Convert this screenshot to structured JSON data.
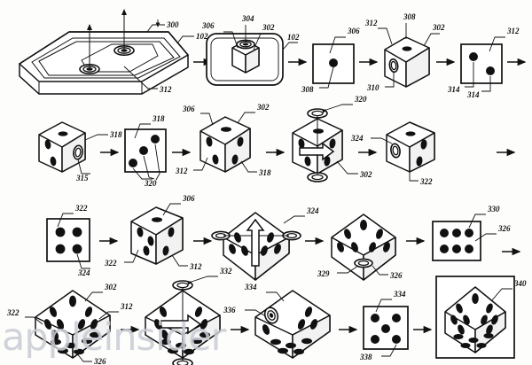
{
  "figure": {
    "title": "Dice generation sequence patent figure",
    "watermark": "appleinsider",
    "background_color": "#fdfdfb",
    "ink_color": "#111111"
  },
  "rows": [
    {
      "id": "row-1",
      "panels": [
        {
          "name": "tablet-device",
          "kind": "tablet",
          "refs": [
            "300",
            "102",
            "312"
          ]
        },
        {
          "name": "tablet-with-cube",
          "kind": "tablet-cube",
          "refs": [
            "306",
            "304",
            "302",
            "102"
          ]
        },
        {
          "name": "face-one-pip",
          "kind": "square-face",
          "pips": 1,
          "refs": [
            "306",
            "308"
          ]
        },
        {
          "name": "die-one-pip",
          "kind": "die",
          "refs": [
            "312",
            "308",
            "302",
            "310"
          ]
        },
        {
          "name": "face-two-pip",
          "kind": "square-face",
          "pips": 2,
          "refs": [
            "312",
            "314",
            "314"
          ]
        }
      ]
    },
    {
      "id": "row-2",
      "panels": [
        {
          "name": "die-two-pip",
          "kind": "die",
          "refs": [
            "318",
            "315"
          ]
        },
        {
          "name": "face-three-pip",
          "kind": "square-face",
          "pips": 3,
          "refs": [
            "318",
            "320"
          ]
        },
        {
          "name": "die-three-pip",
          "kind": "die",
          "refs": [
            "306",
            "302",
            "312",
            "318"
          ]
        },
        {
          "name": "die-rotating-horizontal",
          "kind": "die-rotate-h",
          "refs": [
            "320",
            "302"
          ]
        },
        {
          "name": "die-rotated",
          "kind": "die",
          "refs": [
            "324",
            "322"
          ]
        }
      ]
    },
    {
      "id": "row-3",
      "panels": [
        {
          "name": "face-four-pip",
          "kind": "square-face",
          "pips": 4,
          "refs": [
            "322",
            "324"
          ]
        },
        {
          "name": "die-four-pip",
          "kind": "die",
          "refs": [
            "306",
            "322",
            "312"
          ]
        },
        {
          "name": "die-rotating-vertical",
          "kind": "die-rotate-v",
          "refs": [
            "324"
          ]
        },
        {
          "name": "die-six-pip",
          "kind": "die",
          "refs": [
            "329",
            "326"
          ]
        },
        {
          "name": "face-six-pip",
          "kind": "square-face",
          "pips": 6,
          "refs": [
            "330",
            "326"
          ]
        }
      ]
    },
    {
      "id": "row-4",
      "panels": [
        {
          "name": "die-many-pip",
          "kind": "die",
          "refs": [
            "302",
            "312",
            "322",
            "326"
          ]
        },
        {
          "name": "die-rotating-final",
          "kind": "die-rotate-h",
          "refs": [
            "332"
          ]
        },
        {
          "name": "die-five-target",
          "kind": "die",
          "refs": [
            "334",
            "336"
          ]
        },
        {
          "name": "face-five-pip",
          "kind": "square-face",
          "pips": 5,
          "refs": [
            "334",
            "338"
          ]
        },
        {
          "name": "final-die-framed",
          "kind": "framed-die",
          "refs": [
            "340"
          ]
        }
      ]
    }
  ],
  "reference_numerals": {
    "r300": "300",
    "r102a": "102",
    "r312a": "312",
    "r306a": "306",
    "r304": "304",
    "r302a": "302",
    "r102b": "102",
    "r306b": "306",
    "r308a": "308",
    "r312b": "312",
    "r308b": "308",
    "r302b": "302",
    "r310": "310",
    "r312c": "312",
    "r314a": "314",
    "r314b": "314",
    "r318a": "318",
    "r315": "315",
    "r318b": "318",
    "r320a": "320",
    "r306c": "306",
    "r302c": "302",
    "r312d": "312",
    "r318c": "318",
    "r320b": "320",
    "r302d": "302",
    "r324a": "324",
    "r322a": "322",
    "r322b": "322",
    "r324b": "324",
    "r306d": "306",
    "r322c": "322",
    "r312e": "312",
    "r324c": "324",
    "r329": "329",
    "r326a": "326",
    "r330": "330",
    "r326b": "326",
    "r302e": "302",
    "r312f": "312",
    "r322d": "322",
    "r326c": "326",
    "r332": "332",
    "r334a": "334",
    "r336": "336",
    "r334b": "334",
    "r338": "338",
    "r340": "340"
  }
}
